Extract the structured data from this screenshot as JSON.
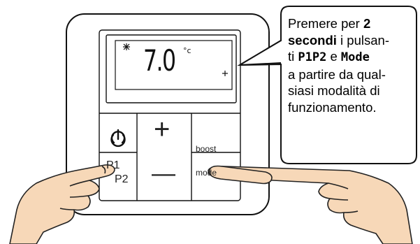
{
  "display": {
    "temperature": "7.0",
    "unit": "°c"
  },
  "buttons": {
    "plus": "+",
    "minus": "—",
    "boost": "boost",
    "p1p2_top": "P1",
    "p1p2_bottom": "P2",
    "mode": "mode"
  },
  "callout": {
    "line1_a": "Premere per ",
    "line1_b": "2",
    "line2_a": "secondi",
    "line2_b": " i pulsan-",
    "line3_a": "ti ",
    "line3_b": "P1P2",
    "line3_c": " e ",
    "line3_d": "Mode",
    "line4": "a partire da qual-",
    "line5": "siasi modalità di",
    "line6": "funzionamento."
  },
  "colors": {
    "outline": "#111111",
    "panel_bg": "#ffffff"
  }
}
